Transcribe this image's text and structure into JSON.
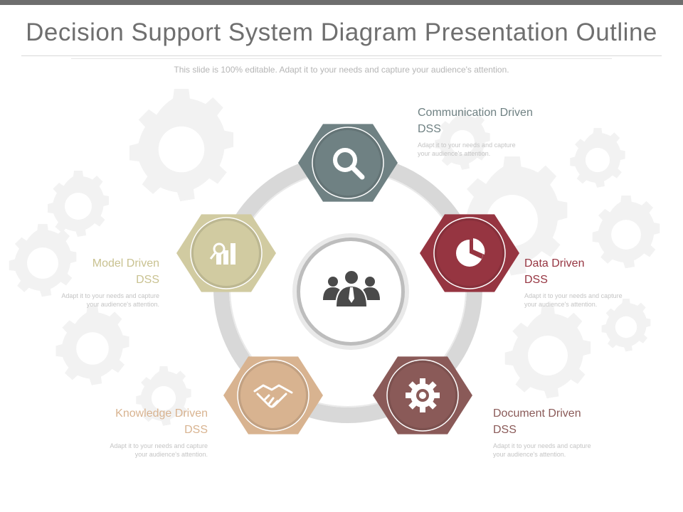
{
  "slide": {
    "title": "Decision Support System Diagram Presentation Outline",
    "subtitle": "This slide is 100% editable. Adapt it to your needs and capture your audience's attention."
  },
  "diagram": {
    "center_icon": "people-group-icon",
    "nodes": [
      {
        "id": "communication",
        "title_line1": "Communication Driven",
        "title_line2": "DSS",
        "desc_line1": "Adapt it to your needs and capture",
        "desc_line2": "your audience's attention.",
        "icon": "magnifier-icon",
        "color": "#6f8183"
      },
      {
        "id": "data",
        "title_line1": "Data Driven",
        "title_line2": "DSS",
        "desc_line1": "Adapt it to your needs and capture",
        "desc_line2": "your audience's attention.",
        "icon": "pie-chart-icon",
        "color": "#963541"
      },
      {
        "id": "document",
        "title_line1": "Document Driven",
        "title_line2": "DSS",
        "desc_line1": "Adapt it to your needs and capture",
        "desc_line2": "your audience's attention.",
        "icon": "gear-icon",
        "color": "#8a5a58"
      },
      {
        "id": "knowledge",
        "title_line1": "Knowledge Driven",
        "title_line2": "DSS",
        "desc_line1": "Adapt it to your needs and capture",
        "desc_line2": "your audience's attention.",
        "icon": "handshake-icon",
        "color": "#d8b390"
      },
      {
        "id": "model",
        "title_line1": "Model Driven",
        "title_line2": "DSS",
        "desc_line1": "Adapt it to your needs and capture",
        "desc_line2": "your audience's attention.",
        "icon": "chart-growth-icon",
        "color": "#d1cba1"
      }
    ]
  }
}
